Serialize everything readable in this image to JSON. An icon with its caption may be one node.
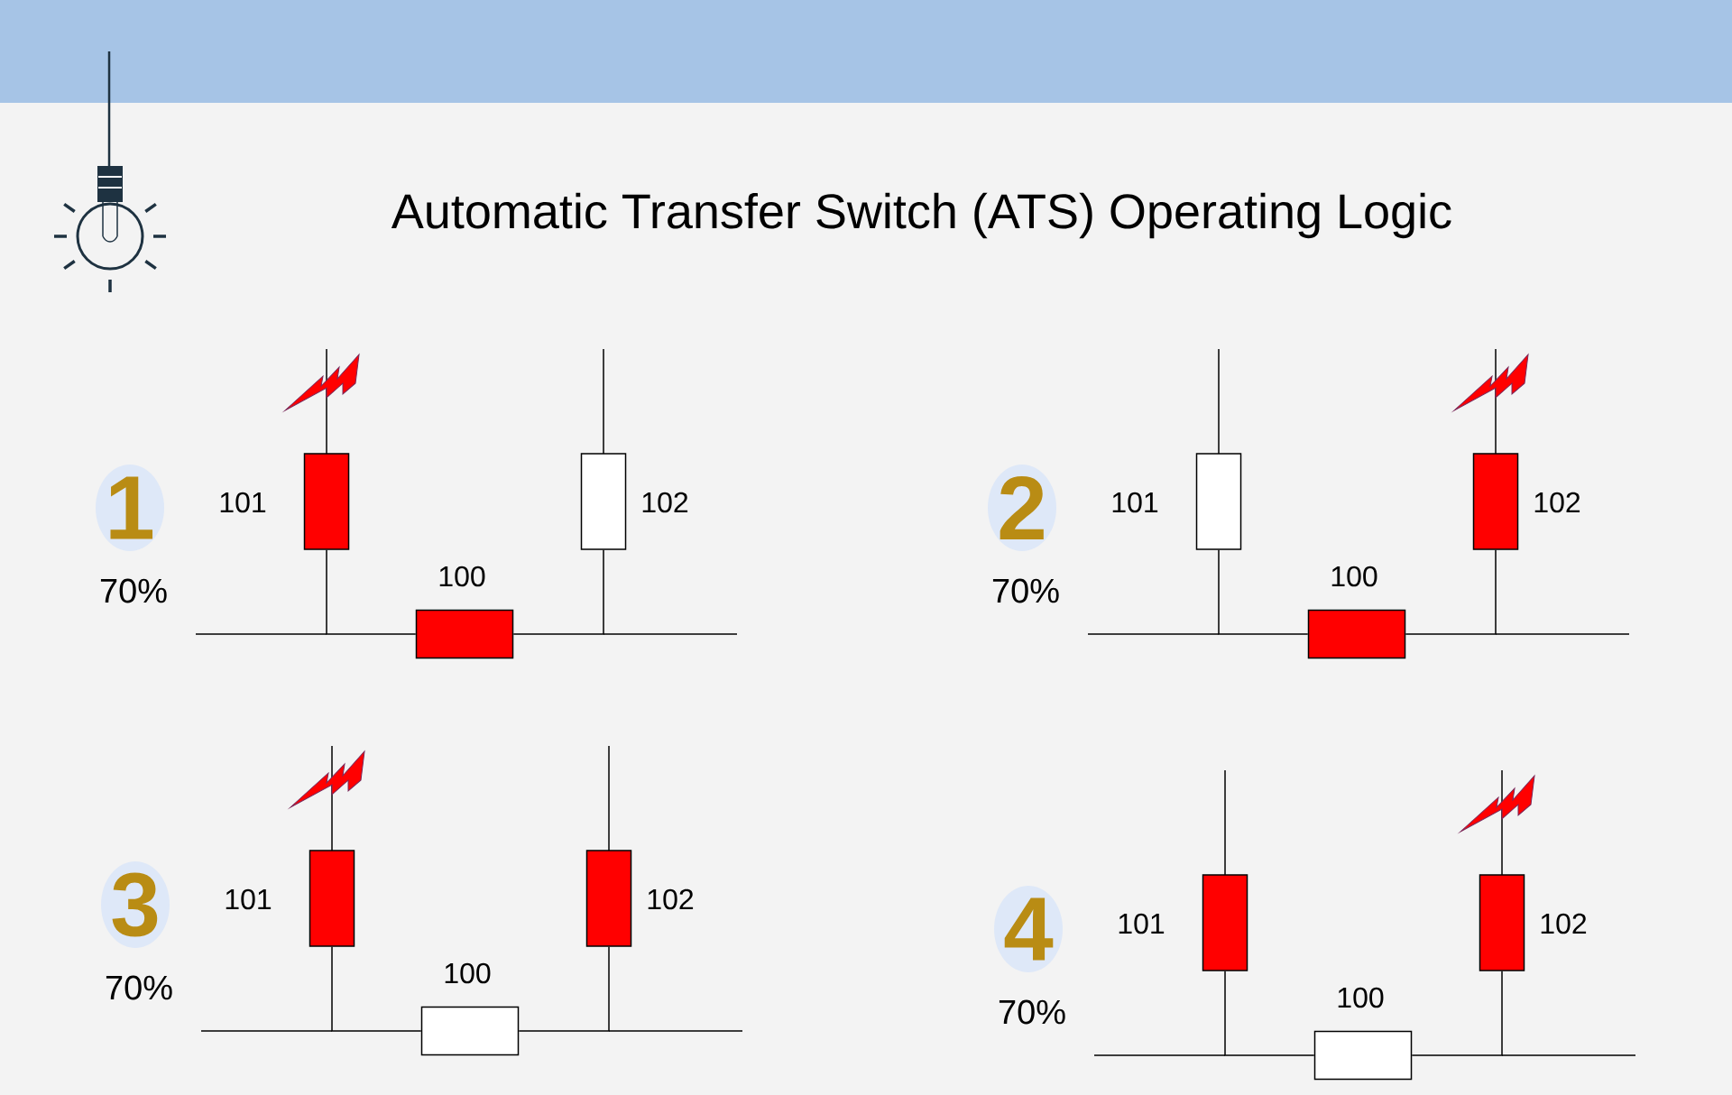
{
  "diagram": {
    "title": "Automatic Transfer Switch (ATS) Operating Logic",
    "nodes": [
      {
        "text": [],
        "shape": "box",
        "beside": [
          "101"
        ]
      },
      {
        "text": [],
        "shape": "box",
        "beside": [
          "100"
        ]
      },
      {
        "text": [],
        "shape": "box",
        "beside": [
          "102"
        ]
      },
      {
        "text": [],
        "shape": "box",
        "beside": [
          "101"
        ]
      },
      {
        "text": [],
        "shape": "box",
        "beside": [
          "100"
        ]
      },
      {
        "text": [],
        "shape": "box",
        "beside": [
          "102"
        ]
      },
      {
        "text": [],
        "shape": "box",
        "beside": [
          "101"
        ]
      },
      {
        "text": [],
        "shape": "box",
        "beside": [
          "100"
        ]
      },
      {
        "text": [],
        "shape": "box",
        "beside": [
          "102"
        ]
      },
      {
        "text": [],
        "shape": "box",
        "beside": [
          "101"
        ]
      },
      {
        "text": [],
        "shape": "box",
        "beside": [
          "100"
        ]
      },
      {
        "text": [],
        "shape": "box",
        "beside": [
          "102"
        ]
      }
    ],
    "edges": [
      {
        "from": 0,
        "to": 1,
        "arrow": "none"
      },
      {
        "from": 1,
        "to": 2,
        "arrow": "none"
      },
      {
        "from": 3,
        "to": 4,
        "arrow": "none"
      },
      {
        "from": 4,
        "to": 5,
        "arrow": "none"
      },
      {
        "from": 6,
        "to": 7,
        "arrow": "none"
      },
      {
        "from": 7,
        "to": 8,
        "arrow": "none"
      },
      {
        "from": 9,
        "to": 10,
        "arrow": "none"
      },
      {
        "from": 10,
        "to": 11,
        "arrow": "none"
      }
    ],
    "labels": [
      "1",
      "70%",
      "2",
      "70%",
      "3",
      "70%",
      "4",
      "70%"
    ]
  }
}
